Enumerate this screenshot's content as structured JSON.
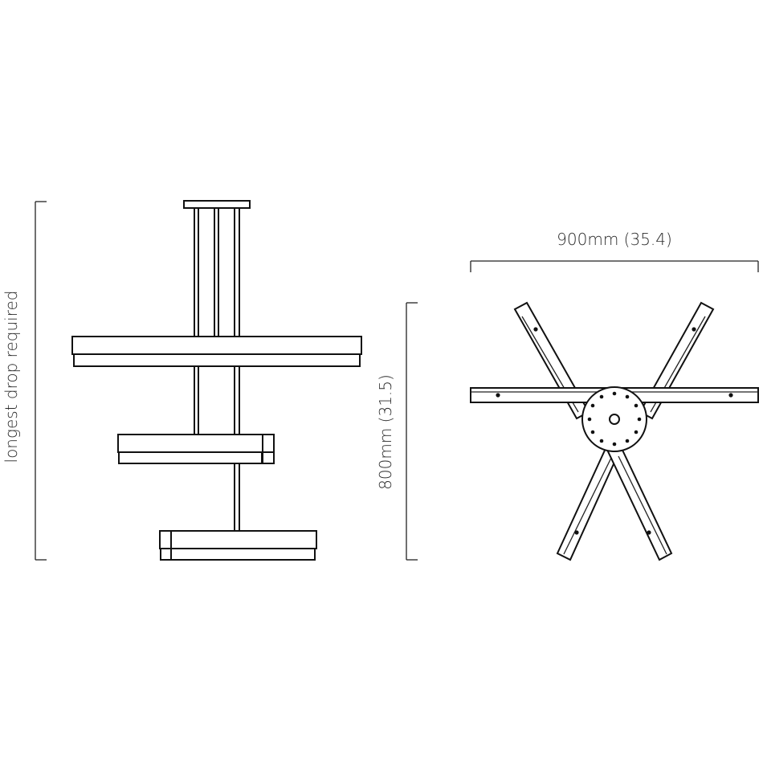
{
  "labels": {
    "longest_drop": "longest drop required",
    "width": "900mm (35.4)",
    "height": "800mm (31.5)"
  },
  "views": [
    "side-elevation",
    "top-plan"
  ]
}
